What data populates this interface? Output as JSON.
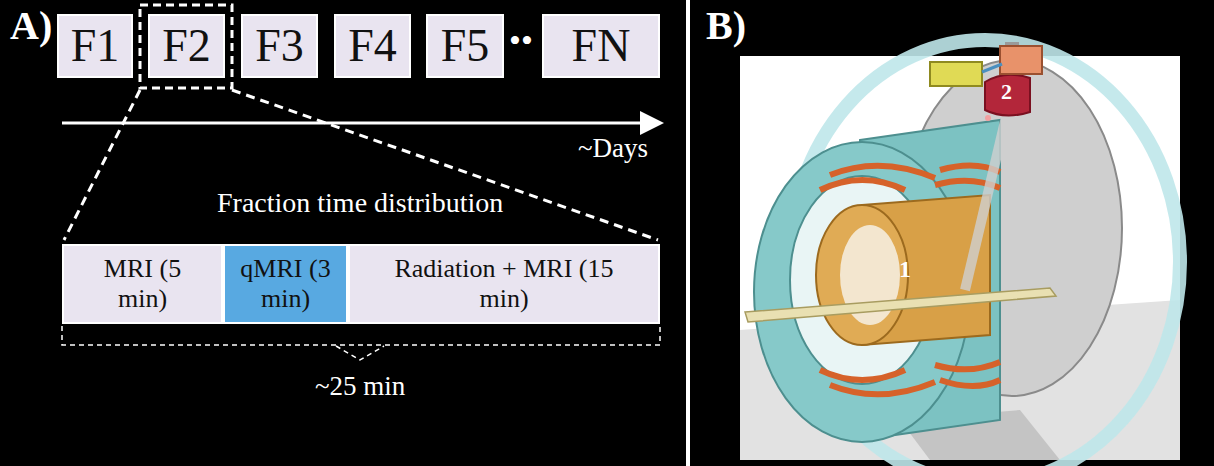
{
  "diagram": {
    "nodes": [
      {
        "text": [
          "F1"
        ]
      },
      {
        "text": [
          "F2"
        ]
      },
      {
        "text": [
          "F3"
        ]
      },
      {
        "text": [
          "F4"
        ]
      },
      {
        "text": [
          "F5"
        ]
      },
      {
        "text": [
          "FN"
        ]
      },
      {
        "text": [
          "MRI (5 min)"
        ]
      },
      {
        "text": [
          "qMRI (3 min)"
        ]
      },
      {
        "text": [
          "Radiation + MRI (15 min)"
        ]
      }
    ],
    "labels": [
      "A)",
      "••",
      "~Days",
      "Fraction time distribution",
      "~25 min",
      "B)",
      "1",
      "2"
    ]
  }
}
